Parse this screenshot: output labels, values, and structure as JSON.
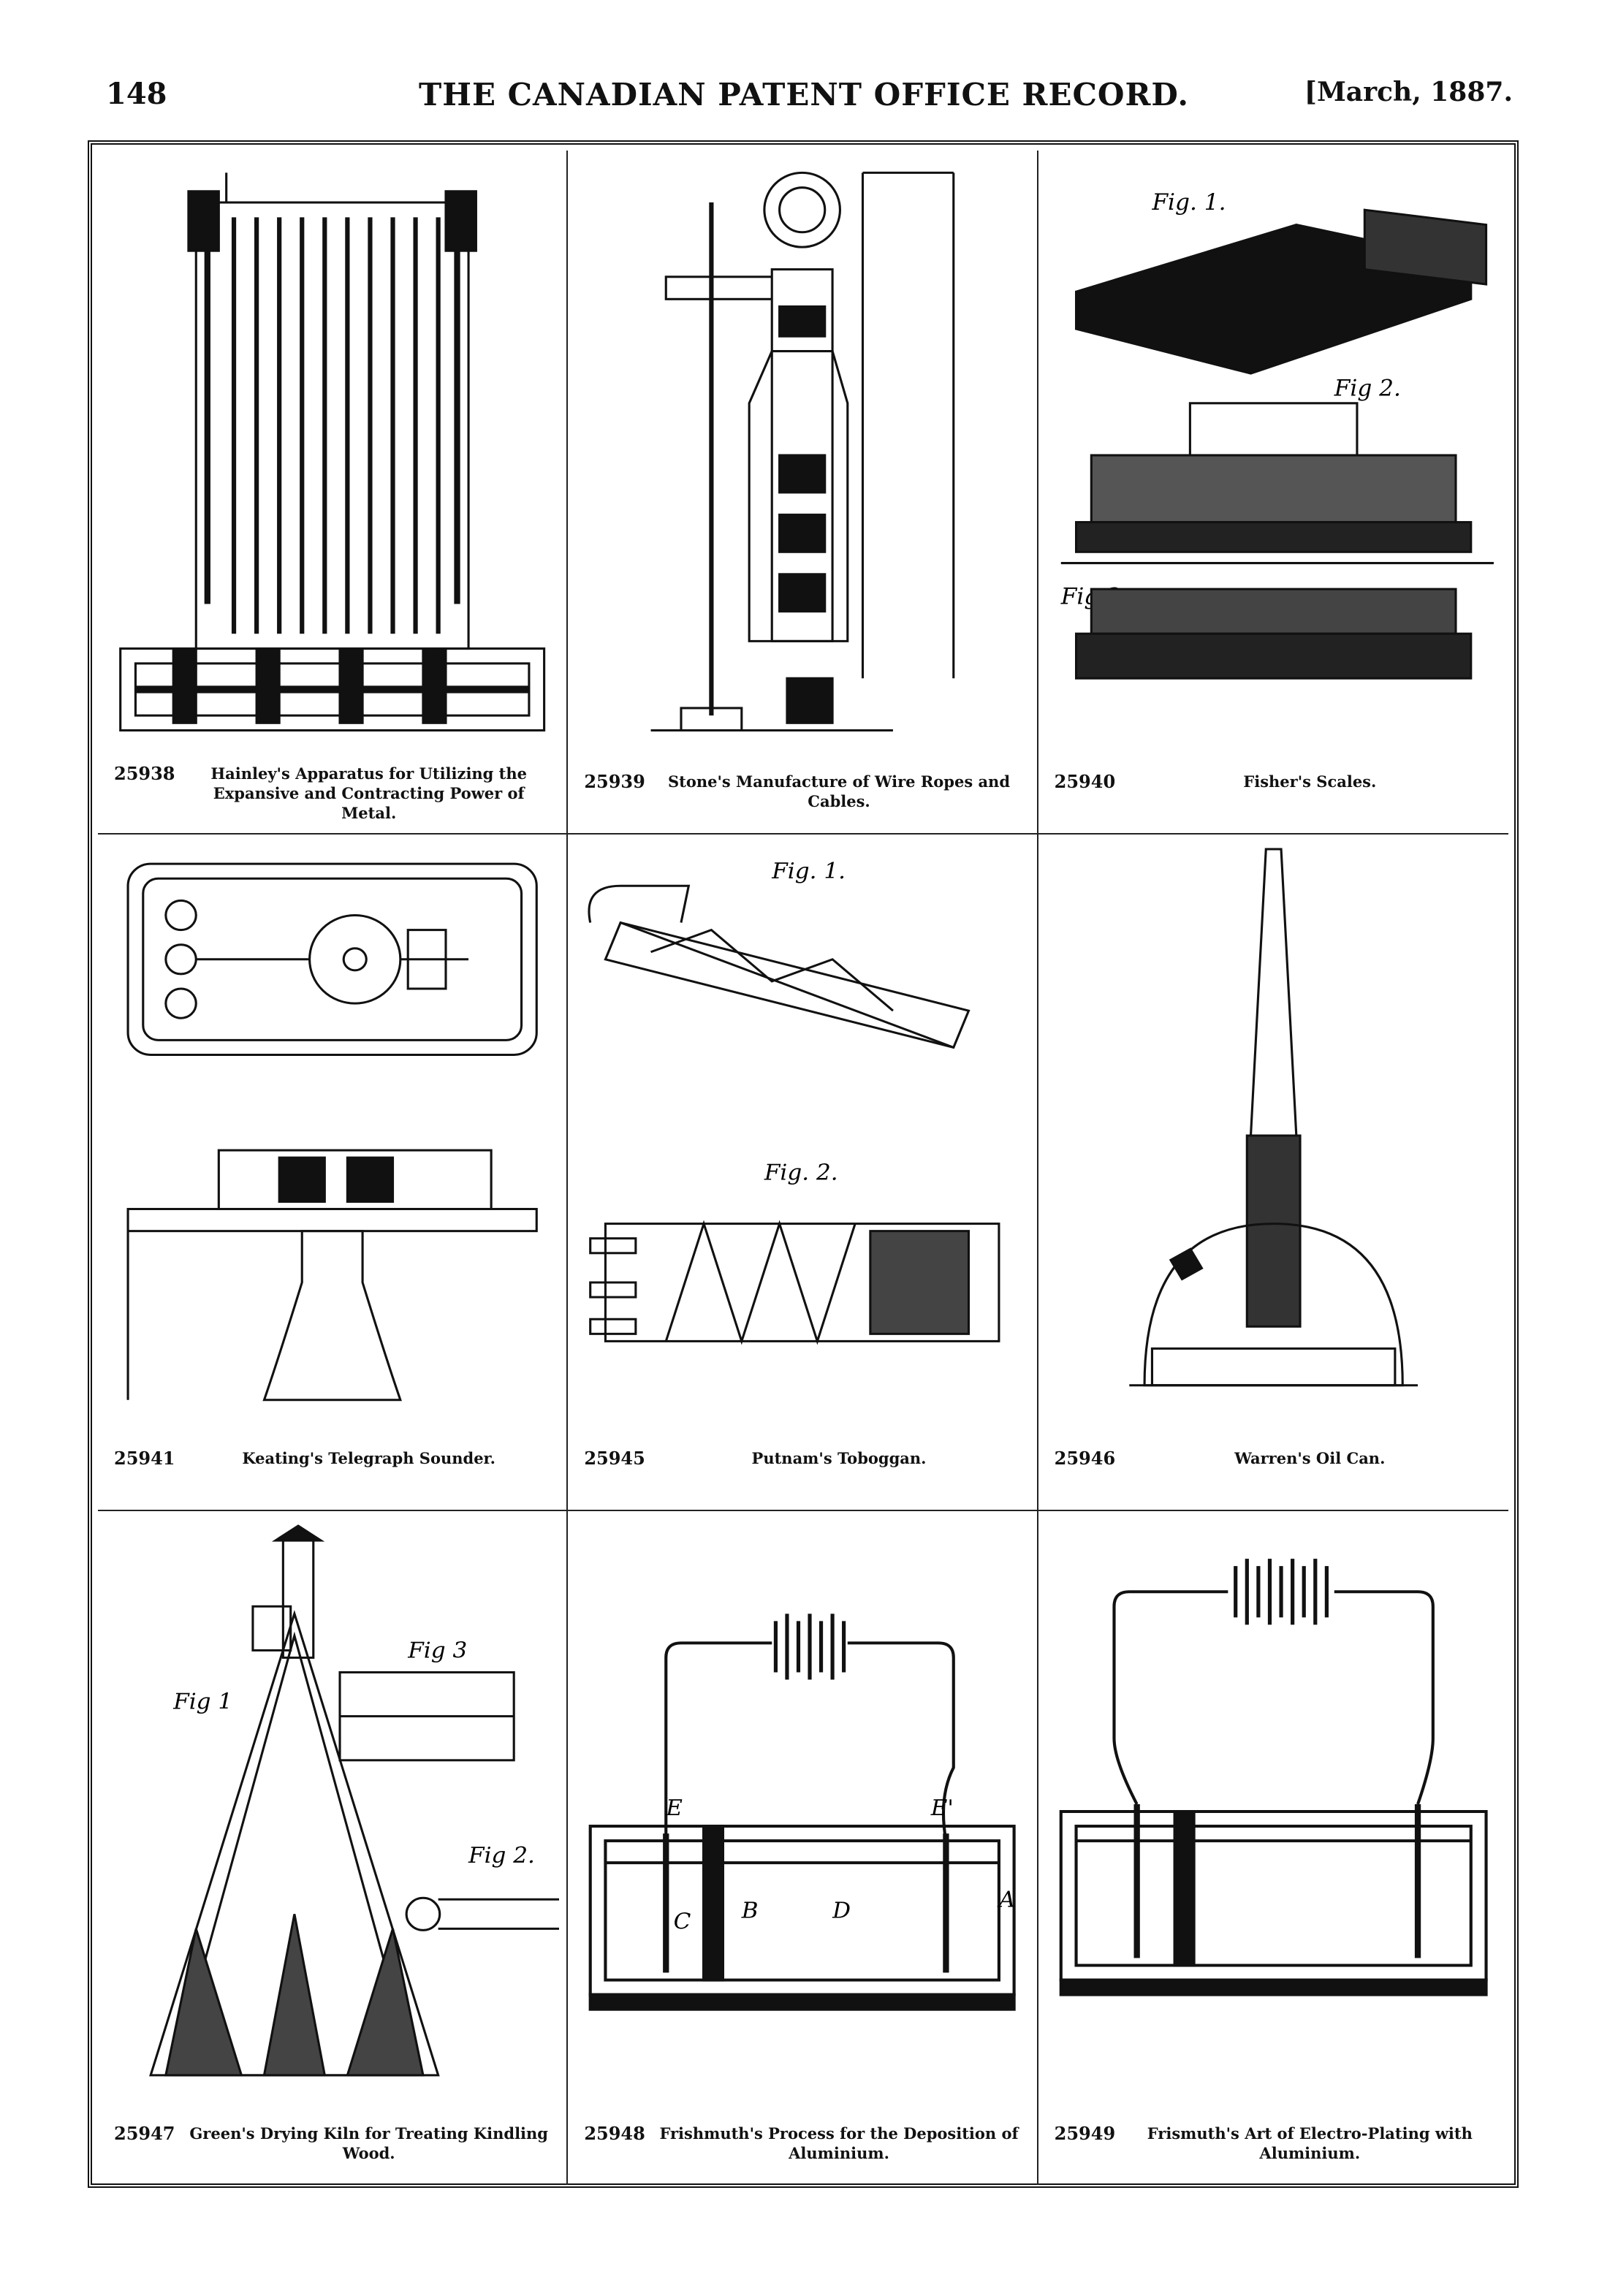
{
  "header": {
    "page_number": "148",
    "publication": "THE CANADIAN PATENT OFFICE RECORD.",
    "issue": "[March, 1887."
  },
  "patents": [
    {
      "number": "25938",
      "title": "Hainley's Apparatus for Utilizing the Expansive and Contracting Power of Metal."
    },
    {
      "number": "25939",
      "title": "Stone's Manufacture of Wire Ropes and Cables."
    },
    {
      "number": "25940",
      "title": "Fisher's Scales."
    },
    {
      "number": "25941",
      "title": "Keating's Telegraph Sounder."
    },
    {
      "number": "25945",
      "title": "Putnam's Toboggan."
    },
    {
      "number": "25946",
      "title": "Warren's Oil Can."
    },
    {
      "number": "25947",
      "title": "Green's Drying Kiln for Treating Kindling Wood."
    },
    {
      "number": "25948",
      "title": "Frishmuth's Process for the Deposition of Aluminium."
    },
    {
      "number": "25949",
      "title": "Frismuth's Art of Electro-Plating with Aluminium."
    }
  ],
  "figure_labels": {
    "fisher_fig1": "Fig. 1.",
    "fisher_fig2": "Fig 2.",
    "fisher_fig3": "Fig 3.",
    "putnam_fig1": "Fig. 1.",
    "putnam_fig2": "Fig. 2.",
    "green_fig1": "Fig 1",
    "green_fig2": "Fig 2.",
    "green_fig3": "Fig 3",
    "frishmuth_E": "E",
    "frishmuth_E1": "E'",
    "frishmuth_B": "B",
    "frishmuth_C": "C",
    "frishmuth_D": "D",
    "frishmuth_A": "A"
  },
  "colors": {
    "ink": "#111111",
    "paper": "#ffffff"
  }
}
